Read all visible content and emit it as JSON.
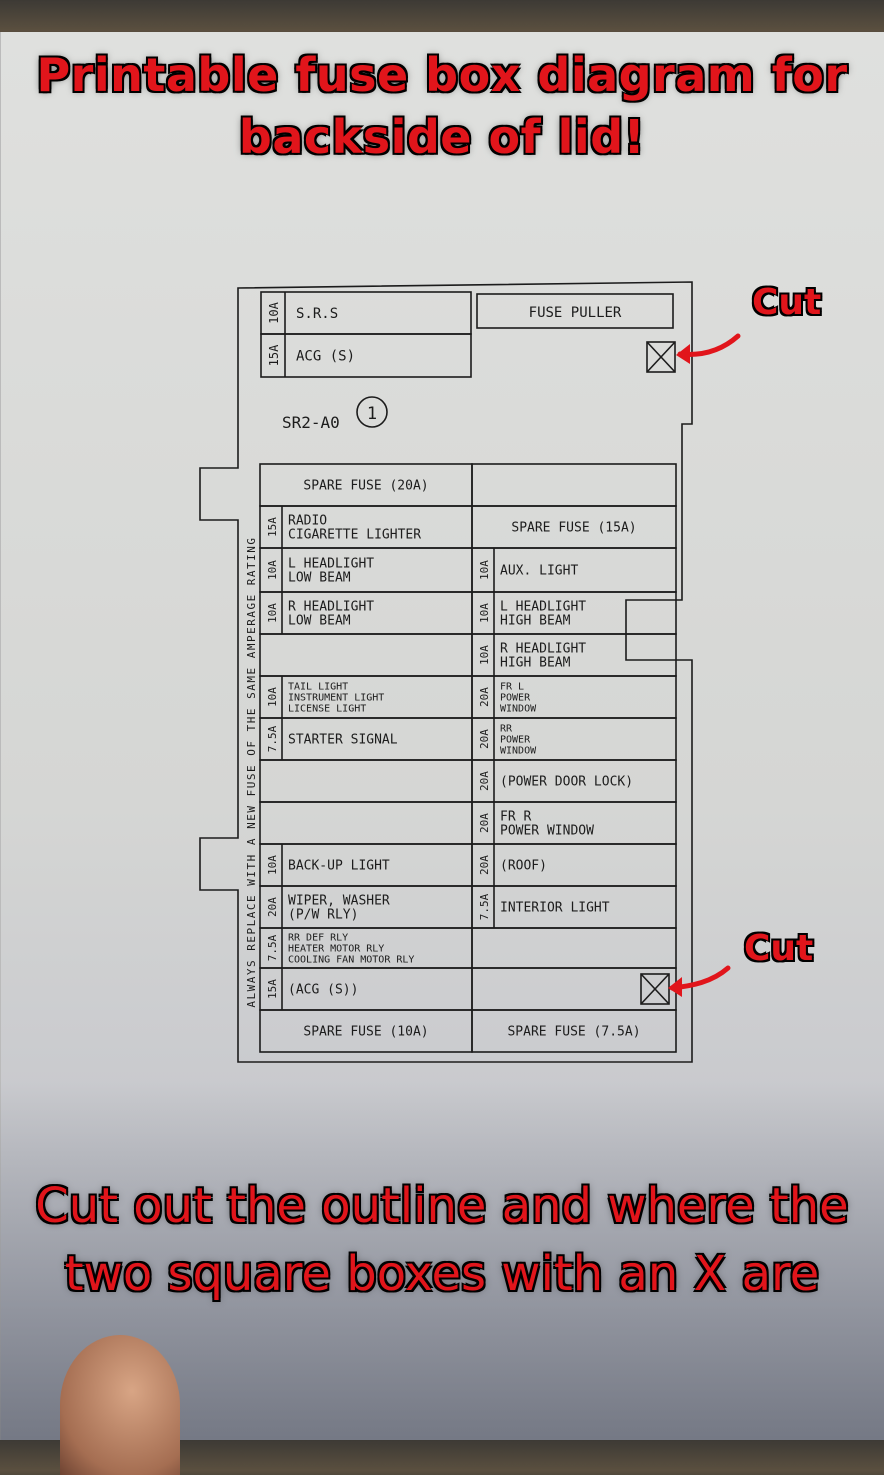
{
  "title": "Printable fuse box diagram for backside of lid!",
  "caption": "Cut out the outline and where the two square boxes with an X are",
  "cut_label_top": "Cut",
  "cut_label_bottom": "Cut",
  "accent_color": "#e1151b",
  "diagram": {
    "top_left": [
      {
        "rating": "10A",
        "label": "S.R.S"
      },
      {
        "rating": "15A",
        "label": "ACG (S)"
      }
    ],
    "fuse_puller": "FUSE PULLER",
    "part_code": "SR2-A0",
    "circle_number": "1",
    "side_note": "ALWAYS REPLACE WITH A NEW FUSE OF THE SAME AMPERAGE RATING",
    "left_column": [
      {
        "rating": "",
        "lines": [
          "SPARE FUSE (20A)"
        ]
      },
      {
        "rating": "15A",
        "lines": [
          "RADIO",
          "CIGARETTE LIGHTER"
        ]
      },
      {
        "rating": "10A",
        "lines": [
          "L HEADLIGHT",
          "LOW BEAM"
        ]
      },
      {
        "rating": "10A",
        "lines": [
          "R HEADLIGHT",
          "LOW BEAM"
        ]
      },
      {
        "rating": "",
        "lines": []
      },
      {
        "rating": "10A",
        "lines": [
          "TAIL LIGHT",
          "INSTRUMENT LIGHT",
          "LICENSE LIGHT"
        ]
      },
      {
        "rating": "7.5A",
        "lines": [
          "STARTER SIGNAL"
        ]
      },
      {
        "rating": "",
        "lines": []
      },
      {
        "rating": "",
        "lines": []
      },
      {
        "rating": "10A",
        "lines": [
          "BACK-UP LIGHT"
        ]
      },
      {
        "rating": "20A",
        "lines": [
          "WIPER, WASHER",
          "(P/W RLY)"
        ]
      },
      {
        "rating": "7.5A",
        "lines": [
          "RR DEF RLY",
          "HEATER MOTOR RLY",
          "COOLING FAN MOTOR RLY"
        ]
      },
      {
        "rating": "15A",
        "lines": [
          "(ACG (S))"
        ]
      },
      {
        "rating": "",
        "lines": [
          "SPARE FUSE (10A)"
        ]
      }
    ],
    "right_column": [
      {
        "rating": "",
        "lines": []
      },
      {
        "rating": "",
        "lines": [
          "SPARE FUSE (15A)"
        ]
      },
      {
        "rating": "10A",
        "lines": [
          "AUX. LIGHT"
        ]
      },
      {
        "rating": "10A",
        "lines": [
          "L HEADLIGHT",
          "HIGH BEAM"
        ]
      },
      {
        "rating": "10A",
        "lines": [
          "R HEADLIGHT",
          "HIGH BEAM"
        ]
      },
      {
        "rating": "20A",
        "lines": [
          "FR L",
          "POWER",
          "WINDOW"
        ]
      },
      {
        "rating": "20A",
        "lines": [
          "RR",
          "POWER",
          "WINDOW"
        ]
      },
      {
        "rating": "20A",
        "lines": [
          "(POWER DOOR LOCK)"
        ]
      },
      {
        "rating": "20A",
        "lines": [
          "FR R",
          "POWER WINDOW"
        ]
      },
      {
        "rating": "20A",
        "lines": [
          "(ROOF)"
        ]
      },
      {
        "rating": "7.5A",
        "lines": [
          "INTERIOR LIGHT"
        ]
      },
      {
        "rating": "",
        "lines": []
      },
      {
        "rating": "",
        "lines": []
      },
      {
        "rating": "",
        "lines": [
          "SPARE FUSE (7.5A)"
        ]
      }
    ]
  }
}
